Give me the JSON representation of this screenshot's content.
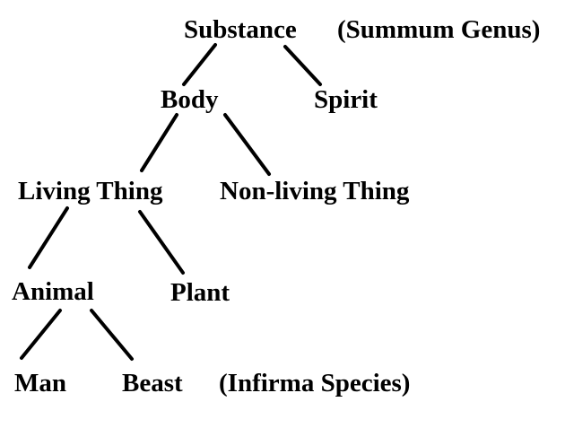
{
  "tree": {
    "substance": "Substance",
    "summum_genus_note": "(Summum Genus)",
    "body": "Body",
    "spirit": "Spirit",
    "living_thing": "Living Thing",
    "non_living_thing": "Non-living Thing",
    "animal": "Animal",
    "plant": "Plant",
    "man": "Man",
    "beast": "Beast",
    "infirma_species_note": "(Infirma Species)"
  },
  "colors": {
    "text": "#000000",
    "lines": "#000000",
    "background": "#ffffff"
  }
}
